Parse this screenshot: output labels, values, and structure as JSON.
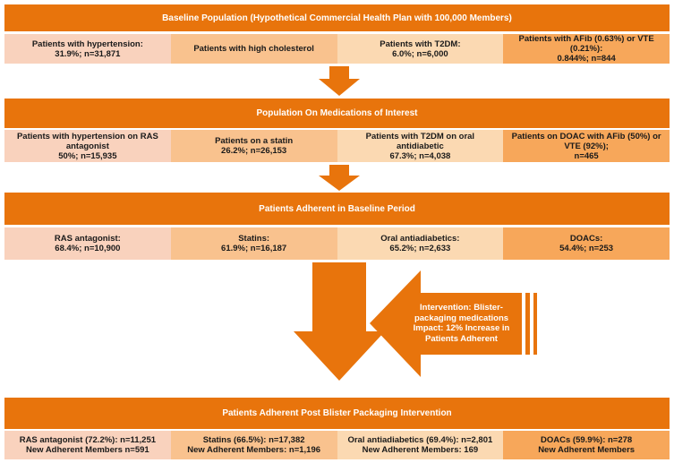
{
  "headers": {
    "baseline": "Baseline Population (Hypothetical Commercial Health Plan with 100,000 Members)",
    "medications": "Population On Medications of Interest",
    "adherent": "Patients Adherent in Baseline Period",
    "post": "Patients Adherent Post Blister Packaging Intervention"
  },
  "rows": {
    "baseline": [
      "Patients with hypertension:\n31.9%; n=31,871",
      "Patients with high cholesterol",
      "Patients with T2DM:\n6.0%; n=6,000",
      "Patients with AFib (0.63%) or VTE\n(0.21%):\n0.844%; n=844"
    ],
    "medications": [
      "Patients with hypertension on RAS\nantagonist\n50%; n=15,935",
      "Patients on a statin\n26.2%; n=26,153",
      "Patients with T2DM on oral\nantidiabetic\n67.3%; n=4,038",
      "Patients on DOAC with AFib (50%) or\nVTE (92%);\nn=465"
    ],
    "adherent": [
      "RAS antagonist:\n68.4%; n=10,900",
      "Statins:\n61.9%; n=16,187",
      "Oral antiadiabetics:\n65.2%; n=2,633",
      "DOACs:\n54.4%; n=253"
    ],
    "post": [
      "RAS antagonist (72.2%): n=11,251\nNew Adherent Members n=591",
      "Statins (66.5%): n=17,382\nNew Adherent Members: n=1,196",
      "Oral antiadiabetics (69.4%): n=2,801\nNew Adherent Members: 169",
      "DOACs (59.9%): n=278\nNew Adherent Members"
    ]
  },
  "intervention": "Intervention: Blister-\npackaging medications\nImpact: 12% Increase in\nPatients Adherent",
  "colors": {
    "header": "#e8740c",
    "cell1": "#f9d2bd",
    "cell2": "#f9c28e",
    "cell3": "#fbd9b2",
    "cell4": "#f7a75a"
  }
}
